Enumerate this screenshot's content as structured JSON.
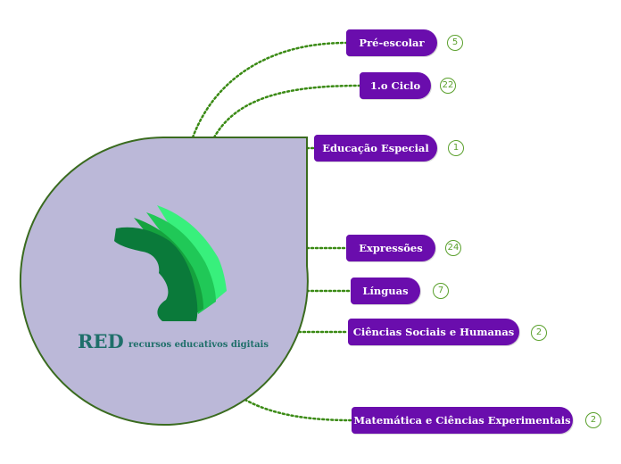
{
  "central": {
    "logo_title": "RED",
    "logo_subtitle": "recursos educativos digitais",
    "fill_color": "#bbb8d8",
    "border_color": "#3a6b1f"
  },
  "colors": {
    "topic": "#6a0dad",
    "connector": "#3a8a14",
    "badge": "#5aa02c"
  },
  "topics": [
    {
      "label": "Pré-escolar",
      "count": "5"
    },
    {
      "label": "1.o Ciclo",
      "count": "22"
    },
    {
      "label": "Educação Especial",
      "count": "1"
    },
    {
      "label": "Expressões",
      "count": "24"
    },
    {
      "label": "Línguas",
      "count": "7"
    },
    {
      "label": "Ciências Sociais e Humanas",
      "count": "2"
    },
    {
      "label": "Matemática e Ciências Experimentais",
      "count": "2"
    }
  ]
}
